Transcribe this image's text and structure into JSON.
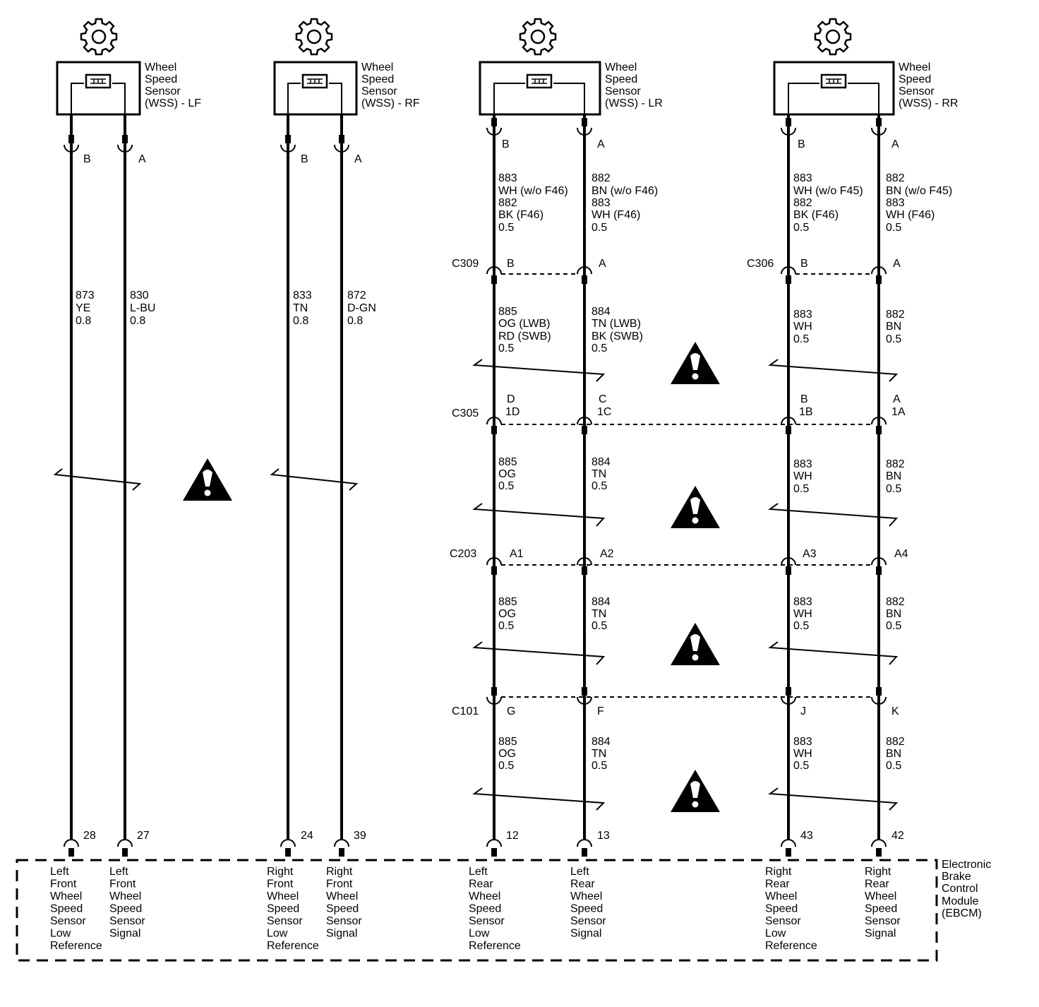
{
  "sensors": [
    {
      "title": [
        "Wheel",
        "Speed",
        "Sensor",
        "(WSS) - LF"
      ],
      "pins": [
        "B",
        "A"
      ]
    },
    {
      "title": [
        "Wheel",
        "Speed",
        "Sensor",
        "(WSS) - RF"
      ],
      "pins": [
        "B",
        "A"
      ]
    },
    {
      "title": [
        "Wheel",
        "Speed",
        "Sensor",
        "(WSS) - LR"
      ],
      "pins": [
        "B",
        "A"
      ]
    },
    {
      "title": [
        "Wheel",
        "Speed",
        "Sensor",
        "(WSS) - RR"
      ],
      "pins": [
        "B",
        "A"
      ]
    }
  ],
  "front_wire_labels": [
    [
      "873",
      "YE",
      "0.8"
    ],
    [
      "830",
      "L-BU",
      "0.8"
    ],
    [
      "833",
      "TN",
      "0.8"
    ],
    [
      "872",
      "D-GN",
      "0.8"
    ]
  ],
  "rear_top_wire_labels": [
    [
      "883",
      "WH (w/o F46)",
      "882",
      "BK (F46)",
      "0.5"
    ],
    [
      "882",
      "BN (w/o F46)",
      "883",
      "WH (F46)",
      "0.5"
    ],
    [
      "883",
      "WH (w/o F45)",
      "882",
      "BK (F46)",
      "0.5"
    ],
    [
      "882",
      "BN (w/o F45)",
      "883",
      "WH (F46)",
      "0.5"
    ]
  ],
  "connectors": [
    {
      "name": "C309",
      "pins": [
        "B",
        "A"
      ]
    },
    {
      "name": "C306",
      "pins": [
        "B",
        "A"
      ]
    },
    {
      "name": "C305",
      "pins": [
        "D\n1D",
        "C\n1C",
        "B\n1B",
        "A\n1A"
      ]
    },
    {
      "name": "C203",
      "pins": [
        "A1",
        "A2",
        "A3",
        "A4"
      ]
    },
    {
      "name": "C101",
      "pins": [
        "G",
        "F",
        "J",
        "K"
      ]
    }
  ],
  "rear_wire_labels_seg2": [
    [
      "885",
      "OG (LWB)",
      "RD (SWB)",
      "0.5"
    ],
    [
      "884",
      "TN (LWB)",
      "BK (SWB)",
      "0.5"
    ],
    [
      "883",
      "WH",
      "0.5"
    ],
    [
      "882",
      "BN",
      "0.5"
    ]
  ],
  "rear_wire_labels_seg3": [
    [
      "885",
      "OG",
      "0.5"
    ],
    [
      "884",
      "TN",
      "0.5"
    ],
    [
      "883",
      "WH",
      "0.5"
    ],
    [
      "882",
      "BN",
      "0.5"
    ]
  ],
  "rear_wire_labels_seg4": [
    [
      "885",
      "OG",
      "0.5"
    ],
    [
      "884",
      "TN",
      "0.5"
    ],
    [
      "883",
      "WH",
      "0.5"
    ],
    [
      "882",
      "BN",
      "0.5"
    ]
  ],
  "rear_wire_labels_seg5": [
    [
      "885",
      "OG",
      "0.5"
    ],
    [
      "884",
      "TN",
      "0.5"
    ],
    [
      "883",
      "WH",
      "0.5"
    ],
    [
      "882",
      "BN",
      "0.5"
    ]
  ],
  "ebcm_pins": [
    "28",
    "27",
    "24",
    "39",
    "12",
    "13",
    "43",
    "42"
  ],
  "ebcm_functions": [
    [
      "Left",
      "Front",
      "Wheel",
      "Speed",
      "Sensor",
      "Low",
      "Reference"
    ],
    [
      "Left",
      "Front",
      "Wheel",
      "Speed",
      "Sensor",
      "Signal"
    ],
    [
      "Right",
      "Front",
      "Wheel",
      "Speed",
      "Sensor",
      "Low",
      "Reference"
    ],
    [
      "Right",
      "Front",
      "Wheel",
      "Speed",
      "Sensor",
      "Signal"
    ],
    [
      "Left",
      "Rear",
      "Wheel",
      "Speed",
      "Sensor",
      "Low",
      "Reference"
    ],
    [
      "Left",
      "Rear",
      "Wheel",
      "Speed",
      "Sensor",
      "Signal"
    ],
    [
      "Right",
      "Rear",
      "Wheel",
      "Speed",
      "Sensor",
      "Low",
      "Reference"
    ],
    [
      "Right",
      "Rear",
      "Wheel",
      "Speed",
      "Sensor",
      "Signal"
    ]
  ],
  "ebcm_title": [
    "Electronic",
    "Brake",
    "Control",
    "Module",
    "(EBCM)"
  ],
  "icons": {
    "gear": "gear-icon",
    "warning": "warning-icon",
    "sensor": "sensor-element-icon"
  }
}
